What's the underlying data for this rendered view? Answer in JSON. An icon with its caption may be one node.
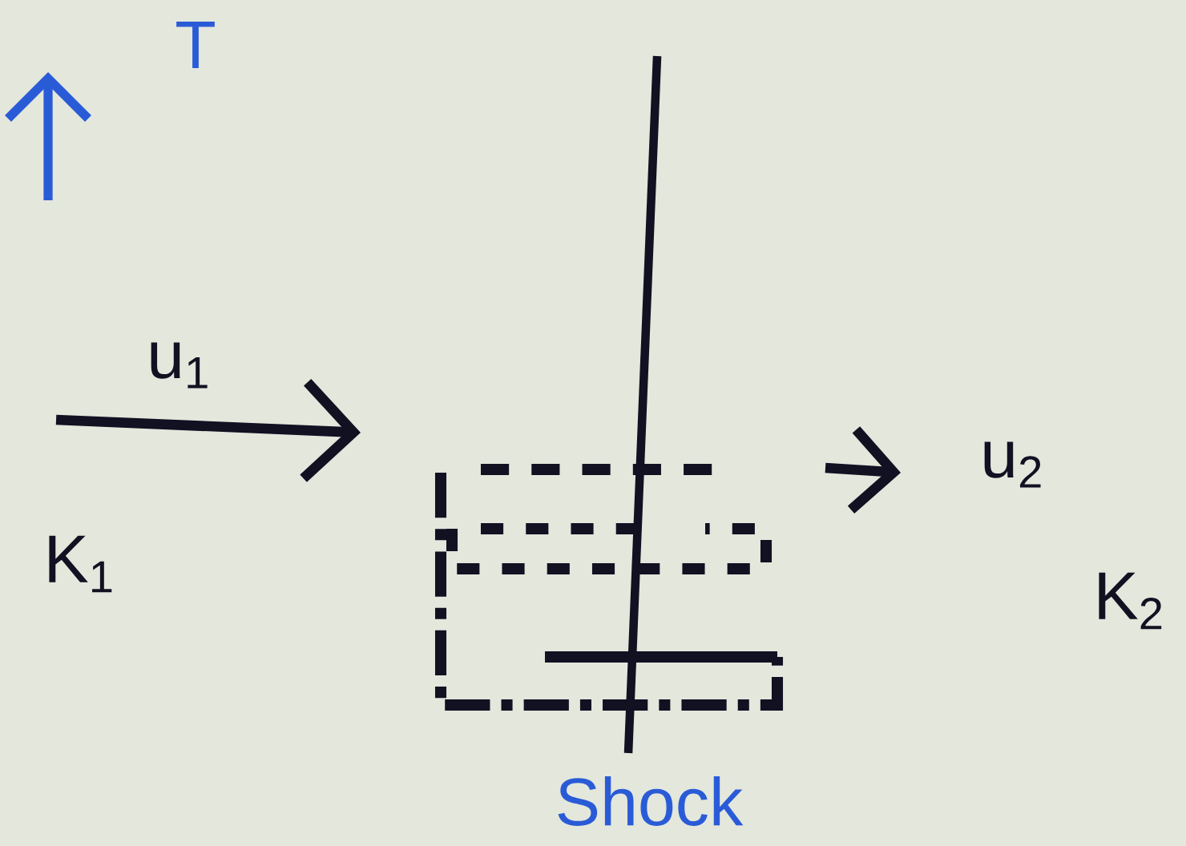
{
  "diagram": {
    "labels": [
      "T",
      "u$_{1}$",
      "u$_{2}$",
      "K$_{1}$",
      "K$_{2}$",
      "Shock"
    ]
  }
}
